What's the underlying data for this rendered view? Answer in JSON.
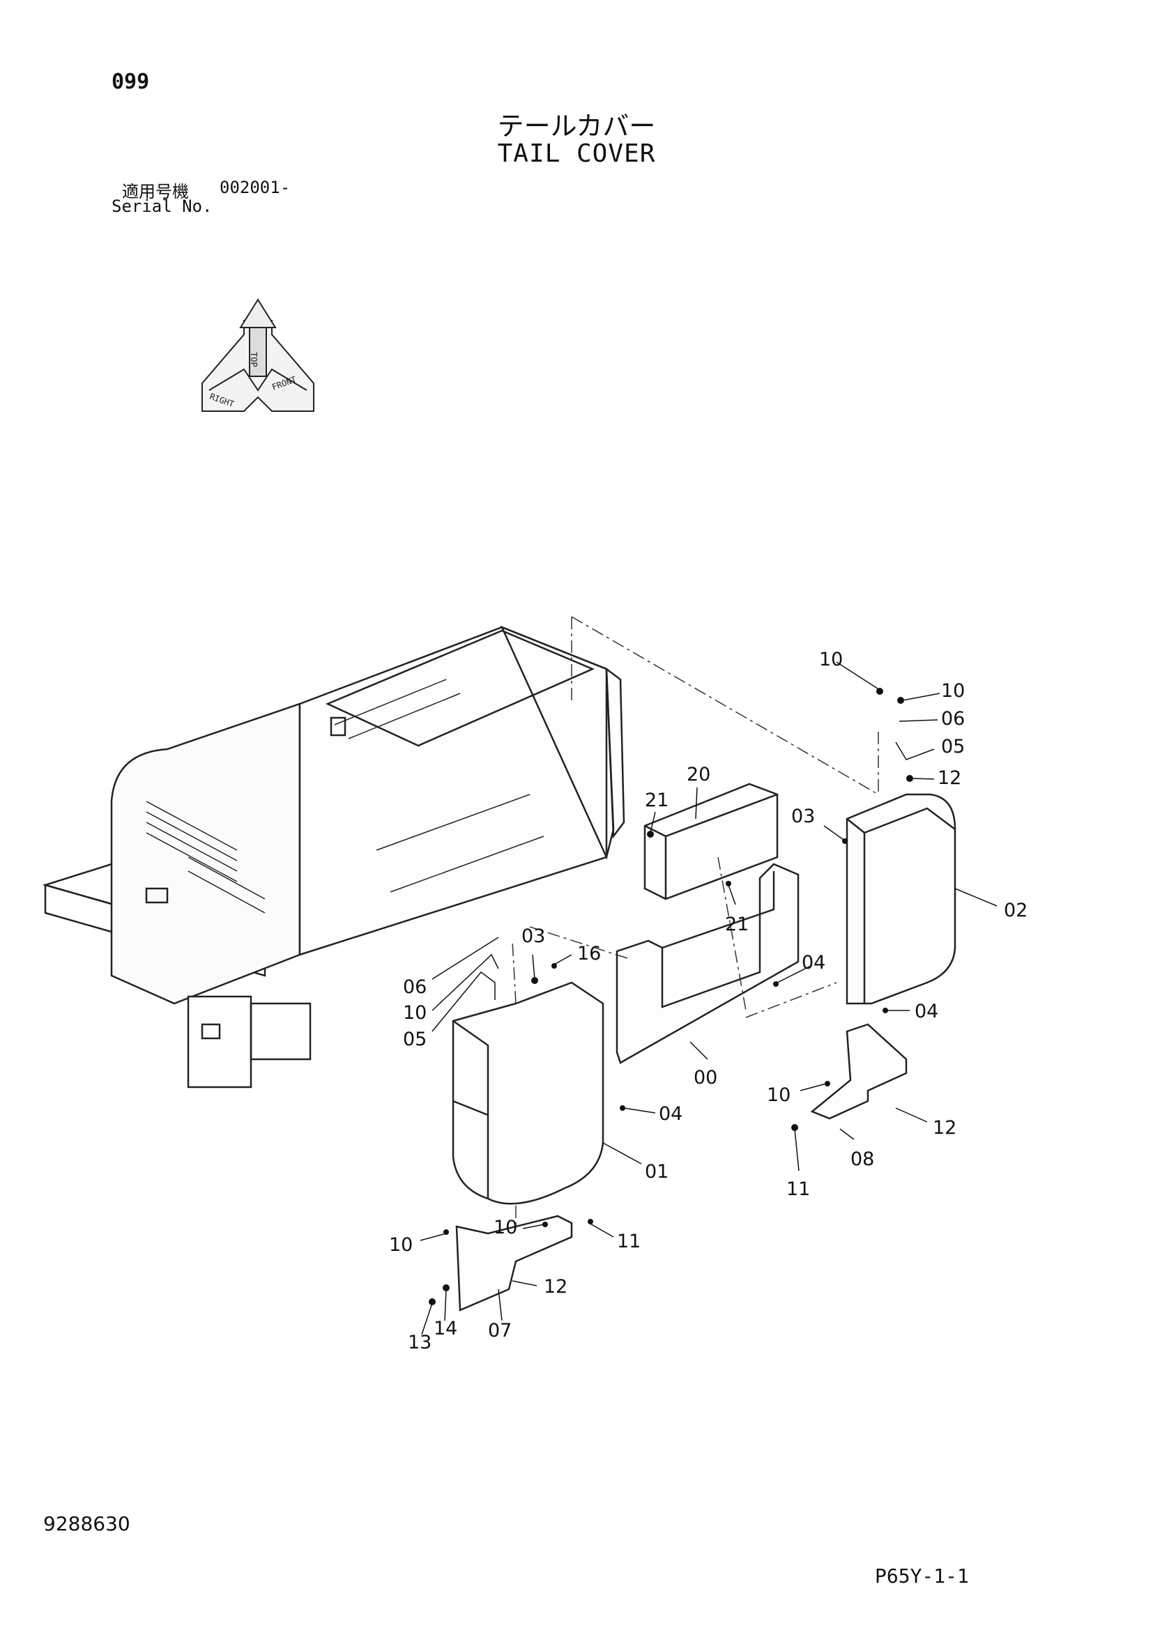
{
  "header": {
    "page_number": "099",
    "title_ja": "テールカバー",
    "title_en": "TAIL COVER",
    "serial_label_ja": "適用号機",
    "serial_value": "002001-",
    "serial_label_en": "Serial No."
  },
  "orientation_icon": {
    "labels": [
      "TOP",
      "RIGHT",
      "FRONT"
    ]
  },
  "callouts": [
    {
      "id": "c1",
      "label": "10"
    },
    {
      "id": "c2",
      "label": "10"
    },
    {
      "id": "c3",
      "label": "06"
    },
    {
      "id": "c4",
      "label": "05"
    },
    {
      "id": "c5",
      "label": "12"
    },
    {
      "id": "c6",
      "label": "03"
    },
    {
      "id": "c7",
      "label": "20"
    },
    {
      "id": "c8",
      "label": "21"
    },
    {
      "id": "c9",
      "label": "21"
    },
    {
      "id": "c10",
      "label": "02"
    },
    {
      "id": "c11",
      "label": "03"
    },
    {
      "id": "c12",
      "label": "16"
    },
    {
      "id": "c13",
      "label": "06"
    },
    {
      "id": "c14",
      "label": "10"
    },
    {
      "id": "c15",
      "label": "05"
    },
    {
      "id": "c16",
      "label": "04"
    },
    {
      "id": "c17",
      "label": "04"
    },
    {
      "id": "c18",
      "label": "00"
    },
    {
      "id": "c19",
      "label": "04"
    },
    {
      "id": "c20",
      "label": "10"
    },
    {
      "id": "c21",
      "label": "12"
    },
    {
      "id": "c22",
      "label": "08"
    },
    {
      "id": "c23",
      "label": "11"
    },
    {
      "id": "c24",
      "label": "01"
    },
    {
      "id": "c25",
      "label": "10"
    },
    {
      "id": "c26",
      "label": "10"
    },
    {
      "id": "c27",
      "label": "11"
    },
    {
      "id": "c28",
      "label": "12"
    },
    {
      "id": "c29",
      "label": "14"
    },
    {
      "id": "c30",
      "label": "13"
    },
    {
      "id": "c31",
      "label": "07"
    }
  ],
  "footer": {
    "document_number": "9288630",
    "page_code": "P65Y-1-1"
  }
}
